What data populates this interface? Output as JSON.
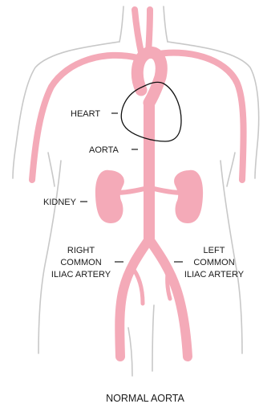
{
  "labels": {
    "heart": "HEART",
    "aorta": "AORTA",
    "kidney": "KIDNEY",
    "right_iliac": [
      "RIGHT",
      "COMMON",
      "ILIAC ARTERY"
    ],
    "left_iliac": [
      "LEFT",
      "COMMON",
      "ILIAC ARTERY"
    ]
  },
  "caption": "NORMAL AORTA",
  "colors": {
    "vessel": "#f4aab8",
    "outline": "#c8c8c8",
    "heart_outline": "#111111",
    "text": "#1a1a1a"
  }
}
